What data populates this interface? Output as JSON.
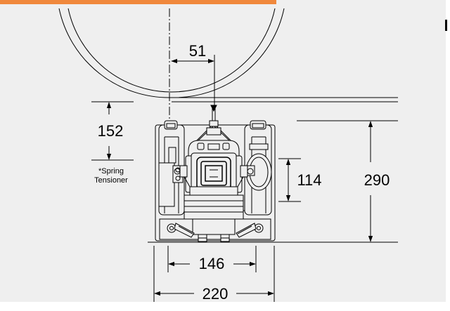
{
  "diagram": {
    "dimensions": {
      "offset_top": "51",
      "spring_height": "152",
      "body_height": "114",
      "total_height": "290",
      "inner_width": "146",
      "outer_width": "220"
    },
    "note": {
      "line1": "*Spring",
      "line2": "Tensioner"
    }
  },
  "colors": {
    "panel_bg": "#efefef",
    "accent_bar": "#f0883c",
    "line": "#000000"
  }
}
